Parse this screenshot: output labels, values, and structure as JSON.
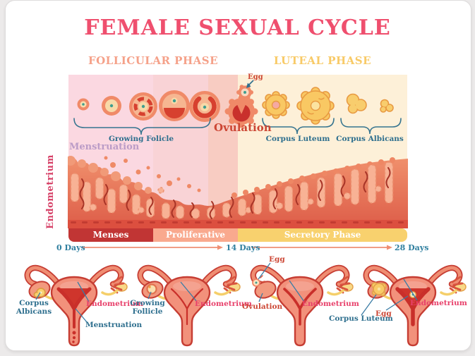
{
  "title": "FEMALE SEXUAL CYCLE",
  "phase_headers": {
    "follicular": "FOLLICULAR PHASE",
    "luteal": "LUTEAL PHASE"
  },
  "chart": {
    "egg": "Egg",
    "growing_folicle": "Growing Folicle",
    "ovulation": "Ovulation",
    "corpus_luteum": "Corpus Luteum",
    "corpus_albicans": "Corpus Albicans",
    "menstruation": "Menstruation",
    "y_axis": "Endometrium",
    "bars": {
      "menses": "Menses",
      "proliferative": "Proliferative Phase",
      "secretory": "Secretory Phase"
    },
    "timeline": {
      "start": "0 Days",
      "mid": "14 Days",
      "end": "28 Days"
    }
  },
  "diagrams": {
    "d1": {
      "label1": "Corpus Albicans",
      "label2": "Endometrium",
      "label3": "Menstruation"
    },
    "d2": {
      "label1": "Growing Follicle",
      "label2": "Endometrium"
    },
    "d3": {
      "label1": "Egg",
      "label2": "Ovulation",
      "label3": "Endometrium"
    },
    "d4": {
      "label1": "Corpus Luteum",
      "label2": "Egg",
      "label3": "Endometrium"
    }
  },
  "colors": {
    "title": "#ef4f6e",
    "follicular_header": "#f5a189",
    "luteal_header": "#f8ca67",
    "menses_bar": "#c13534",
    "proliferative_bar": "#f9a98e",
    "secretory_bar": "#f8d16e",
    "teal_label": "#2e6f8e",
    "red_label": "#cc4634",
    "pink_label": "#e8416b",
    "mauve_label": "#bb9cc7",
    "timeline_text": "#2f7f9f",
    "timeline_line": "#ef8f74",
    "band_menses": "#fbd8e1",
    "band_proliferative": "#f9d3d6",
    "band_ovulation": "#f8ccc2",
    "band_luteal": "#fdf0d8",
    "endometrium_dark": "#dd5c48",
    "endometrium_light": "#f0906c"
  }
}
